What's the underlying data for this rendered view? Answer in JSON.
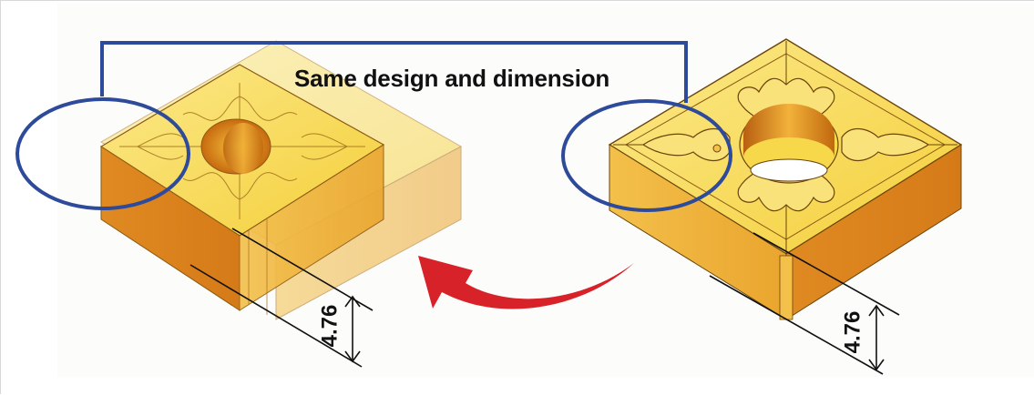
{
  "figure": {
    "caption": "Same design and dimension",
    "left_insert": {
      "description": "transparent/overlaid square turning insert (ghosted)",
      "thickness_label": "4.76"
    },
    "right_insert": {
      "description": "solid square turning insert with chipbreaker pattern",
      "thickness_label": "4.76"
    },
    "callout_color": "#2e4a9a",
    "arrow_color": "#d8222a",
    "insert_top_color": "#f7d84a",
    "insert_side_color_dark": "#d9801c",
    "insert_side_color_light": "#f0b43a"
  }
}
